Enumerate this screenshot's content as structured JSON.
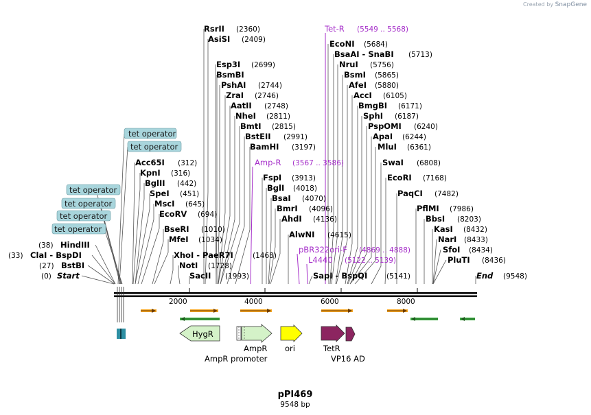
{
  "credit": {
    "prefix": "Created by",
    "brand": "SnapGene"
  },
  "plasmid": {
    "name": "pPI469",
    "length_label": "9548 bp",
    "length": 9548
  },
  "scale": {
    "start": 0,
    "end": 9548,
    "ticks": [
      2000,
      4000,
      6000,
      8000
    ]
  },
  "sites": [
    {
      "name": "Start",
      "pos": "(0)",
      "bp": 0,
      "side": "left",
      "italic": true
    },
    {
      "name": "BstBI",
      "pos": "(27)",
      "bp": 27,
      "side": "left"
    },
    {
      "name": "ClaI  -  BspDI",
      "pos": "(33)",
      "bp": 33,
      "side": "left"
    },
    {
      "name": "HindIII",
      "pos": "(38)",
      "bp": 38,
      "side": "left"
    },
    {
      "name": "Acc65I",
      "pos": "(312)",
      "bp": 312
    },
    {
      "name": "KpnI",
      "pos": "(316)",
      "bp": 316
    },
    {
      "name": "BglII",
      "pos": "(442)",
      "bp": 442
    },
    {
      "name": "SpeI",
      "pos": "(451)",
      "bp": 451
    },
    {
      "name": "MscI",
      "pos": "(645)",
      "bp": 645
    },
    {
      "name": "EcoRV",
      "pos": "(694)",
      "bp": 694
    },
    {
      "name": "BseRI",
      "pos": "(1010)",
      "bp": 1010
    },
    {
      "name": "MfeI",
      "pos": "(1034)",
      "bp": 1034
    },
    {
      "name": "XhoI  -  PaeR7I",
      "pos": "(1468)",
      "bp": 1468
    },
    {
      "name": "NotI",
      "pos": "(1728)",
      "bp": 1728
    },
    {
      "name": "SacII",
      "pos": "(1993)",
      "bp": 1993
    },
    {
      "name": "RsrII",
      "pos": "(2360)",
      "bp": 2360
    },
    {
      "name": "AsiSI",
      "pos": "(2409)",
      "bp": 2409
    },
    {
      "name": "Esp3I",
      "pos": "(2699)",
      "bp": 2699
    },
    {
      "name": "BsmBI",
      "pos": "",
      "bp": 2699
    },
    {
      "name": "PshAI",
      "pos": "(2744)",
      "bp": 2744
    },
    {
      "name": "ZraI",
      "pos": "(2746)",
      "bp": 2746
    },
    {
      "name": "AatII",
      "pos": "(2748)",
      "bp": 2748
    },
    {
      "name": "NheI",
      "pos": "(2811)",
      "bp": 2811
    },
    {
      "name": "BmtI",
      "pos": "(2815)",
      "bp": 2815
    },
    {
      "name": "BstEII",
      "pos": "(2991)",
      "bp": 2991
    },
    {
      "name": "BamHI",
      "pos": "(3197)",
      "bp": 3197
    },
    {
      "name": "FspI",
      "pos": "(3913)",
      "bp": 3913
    },
    {
      "name": "BglI",
      "pos": "(4018)",
      "bp": 4018
    },
    {
      "name": "BsaI",
      "pos": "(4070)",
      "bp": 4070
    },
    {
      "name": "BmrI",
      "pos": "(4096)",
      "bp": 4096
    },
    {
      "name": "AhdI",
      "pos": "(4136)",
      "bp": 4136
    },
    {
      "name": "AlwNI",
      "pos": "(4615)",
      "bp": 4615
    },
    {
      "name": "SapI  -  BspQI",
      "pos": "(5141)",
      "bp": 5141
    },
    {
      "name": "EcoNI",
      "pos": "(5684)",
      "bp": 5684
    },
    {
      "name": "BsaAI  -  SnaBI",
      "pos": "(5713)",
      "bp": 5713
    },
    {
      "name": "NruI",
      "pos": "(5756)",
      "bp": 5756
    },
    {
      "name": "BsmI",
      "pos": "(5865)",
      "bp": 5865
    },
    {
      "name": "AfeI",
      "pos": "(5880)",
      "bp": 5880
    },
    {
      "name": "AccI",
      "pos": "(6105)",
      "bp": 6105
    },
    {
      "name": "BmgBI",
      "pos": "(6171)",
      "bp": 6171
    },
    {
      "name": "SphI",
      "pos": "(6187)",
      "bp": 6187
    },
    {
      "name": "PspOMI",
      "pos": "(6240)",
      "bp": 6240
    },
    {
      "name": "ApaI",
      "pos": "(6244)",
      "bp": 6244
    },
    {
      "name": "MluI",
      "pos": "(6361)",
      "bp": 6361
    },
    {
      "name": "SwaI",
      "pos": "(6808)",
      "bp": 6808
    },
    {
      "name": "EcoRI",
      "pos": "(7168)",
      "bp": 7168
    },
    {
      "name": "PaqCI",
      "pos": "(7482)",
      "bp": 7482
    },
    {
      "name": "PflMI",
      "pos": "(7986)",
      "bp": 7986
    },
    {
      "name": "BbsI",
      "pos": "(8203)",
      "bp": 8203
    },
    {
      "name": "KasI",
      "pos": "(8432)",
      "bp": 8432
    },
    {
      "name": "NarI",
      "pos": "(8433)",
      "bp": 8433
    },
    {
      "name": "SfoI",
      "pos": "(8434)",
      "bp": 8434
    },
    {
      "name": "PluTI",
      "pos": "(8436)",
      "bp": 8436
    },
    {
      "name": "End",
      "pos": "(9548)",
      "bp": 9548,
      "italic": true
    }
  ],
  "primers": [
    {
      "name": "Tet-R",
      "pos": "(5549 .. 5568)"
    },
    {
      "name": "Amp-R",
      "pos": "(3567 .. 3586)"
    },
    {
      "name": "pBR322ori-F",
      "pos": "(4869 .. 4888)"
    },
    {
      "name": "L4440",
      "pos": "(5122 .. 5139)"
    }
  ],
  "tet_operators": [
    "tet operator",
    "tet operator",
    "tet operator",
    "tet operator",
    "tet operator",
    "tet operator"
  ],
  "features": {
    "hygr": "HygR",
    "ampr": "AmpR",
    "ampr_promoter": "AmpR promoter",
    "ori": "ori",
    "tetr": "TetR",
    "vp16": "VP16 AD"
  },
  "colors": {
    "tet_operator_fill": "#a8d5dc",
    "hygr_fill": "#d4f2c8",
    "ampr_fill": "#d4f2c8",
    "ori_fill": "#ffff00",
    "tetr_fill": "#8c2560",
    "primer": "#a52ec9",
    "orf_orange": "#f5a623",
    "orf_green": "#3cb043"
  }
}
